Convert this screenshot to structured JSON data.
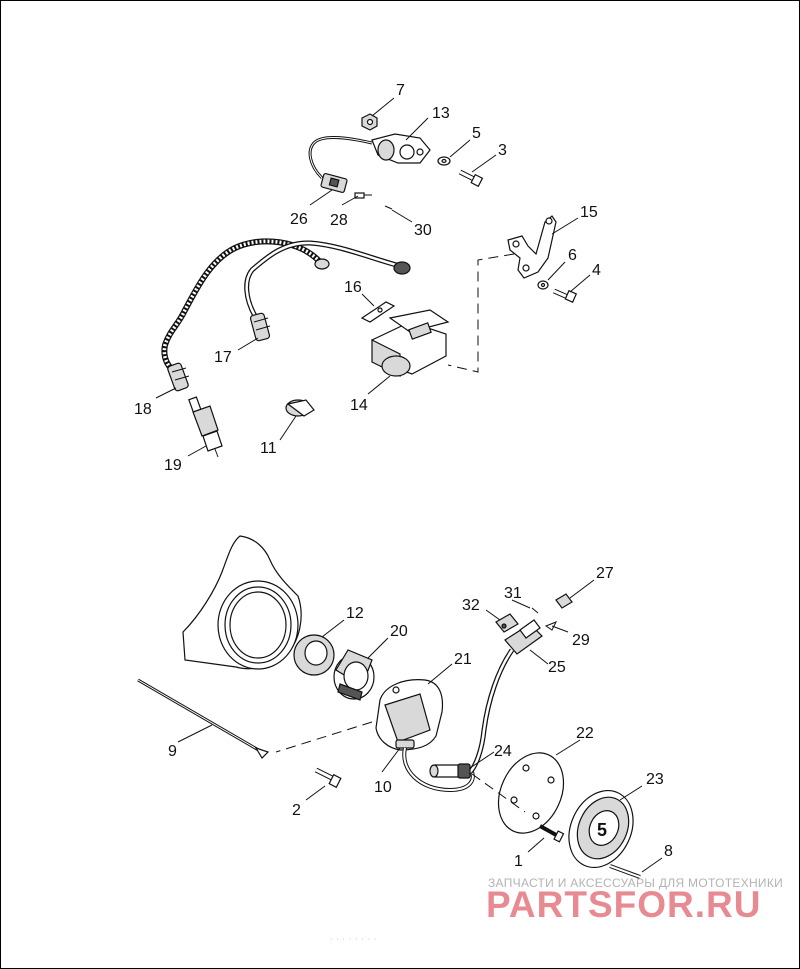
{
  "callouts": [
    {
      "id": "7",
      "label": "7"
    },
    {
      "id": "13",
      "label": "13"
    },
    {
      "id": "5",
      "label": "5"
    },
    {
      "id": "3",
      "label": "3"
    },
    {
      "id": "26",
      "label": "26"
    },
    {
      "id": "28",
      "label": "28"
    },
    {
      "id": "30",
      "label": "30"
    },
    {
      "id": "15",
      "label": "15"
    },
    {
      "id": "6",
      "label": "6"
    },
    {
      "id": "4",
      "label": "4"
    },
    {
      "id": "16",
      "label": "16"
    },
    {
      "id": "17",
      "label": "17"
    },
    {
      "id": "18",
      "label": "18"
    },
    {
      "id": "14",
      "label": "14"
    },
    {
      "id": "19",
      "label": "19"
    },
    {
      "id": "11",
      "label": "11"
    },
    {
      "id": "27",
      "label": "27"
    },
    {
      "id": "31",
      "label": "31"
    },
    {
      "id": "32",
      "label": "32"
    },
    {
      "id": "12",
      "label": "12"
    },
    {
      "id": "20",
      "label": "20"
    },
    {
      "id": "29",
      "label": "29"
    },
    {
      "id": "21",
      "label": "21"
    },
    {
      "id": "25",
      "label": "25"
    },
    {
      "id": "22",
      "label": "22"
    },
    {
      "id": "9",
      "label": "9"
    },
    {
      "id": "24",
      "label": "24"
    },
    {
      "id": "23",
      "label": "23"
    },
    {
      "id": "10",
      "label": "10"
    },
    {
      "id": "2",
      "label": "2"
    },
    {
      "id": "8",
      "label": "8"
    },
    {
      "id": "1",
      "label": "1"
    }
  ],
  "watermark": {
    "tagline": "ЗАПЧАСТИ И АКСЕССУАРЫ ДЛЯ МОТОТЕХНИКИ",
    "brand": "PARTSFOR.RU"
  },
  "footer": "· · · · · · · ·",
  "colors": {
    "line": "#111111",
    "watermark_brand": "#e88a92",
    "watermark_text": "#b3b3b3"
  }
}
